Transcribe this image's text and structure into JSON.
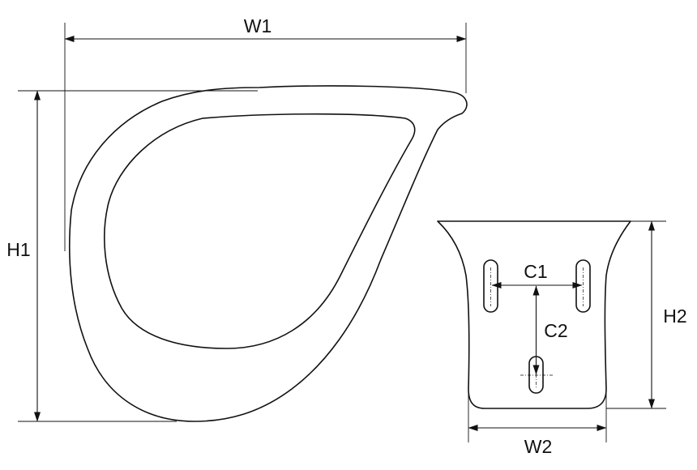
{
  "labels": {
    "w1": "W1",
    "h1": "H1",
    "h2": "H2",
    "w2": "W2",
    "c1": "C1",
    "c2": "C2"
  }
}
